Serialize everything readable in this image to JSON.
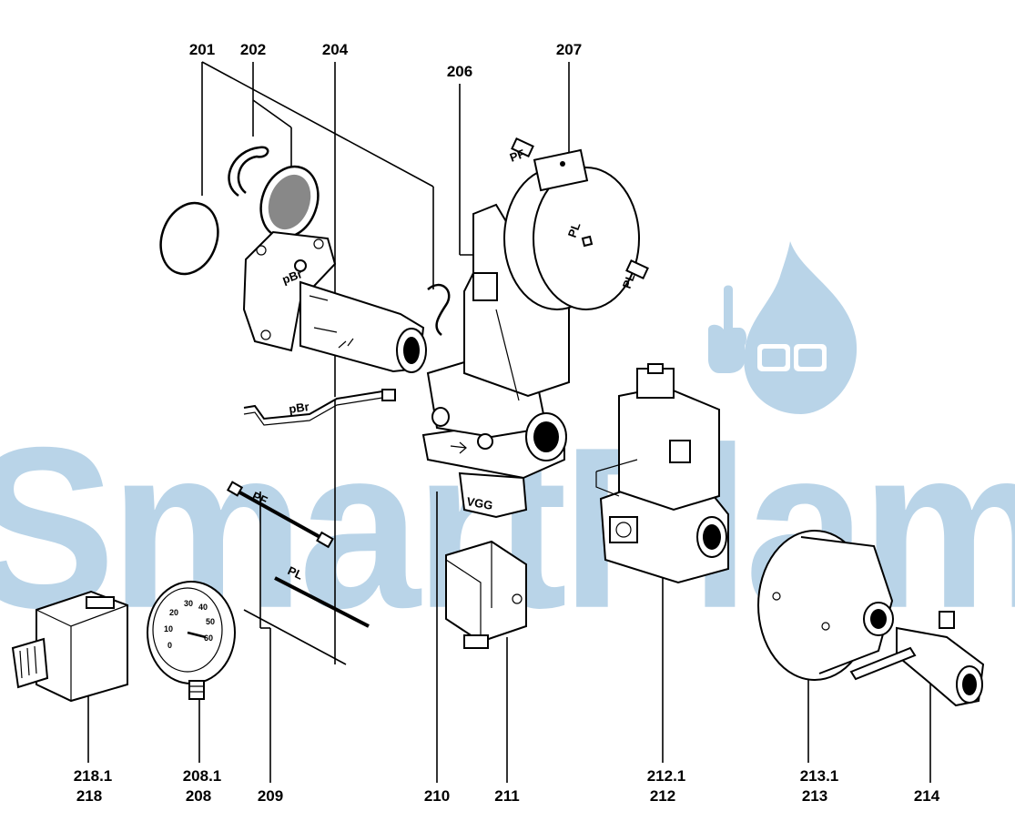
{
  "watermark": {
    "text": "SmartFlam",
    "color": "#b9d4e8"
  },
  "callouts": {
    "c201": "201",
    "c202": "202",
    "c204": "204",
    "c206": "206",
    "c207": "207",
    "c218_1": "218.1",
    "c218": "218",
    "c208_1": "208.1",
    "c208": "208",
    "c209": "209",
    "c210": "210",
    "c211": "211",
    "c212_1": "212.1",
    "c212": "212",
    "c213_1": "213.1",
    "c213": "213",
    "c214": "214"
  },
  "labels": {
    "pbr_flange": "pBr",
    "pbr_tube": "pBr",
    "pf_tube": "PF",
    "pl_tube": "PL",
    "pf_nipple": "PF",
    "pl_nipple": "PL",
    "pl_cover": "PL",
    "vgg": "VGG",
    "gauge_scale": [
      "0",
      "10",
      "20",
      "30",
      "40",
      "50",
      "60"
    ]
  }
}
